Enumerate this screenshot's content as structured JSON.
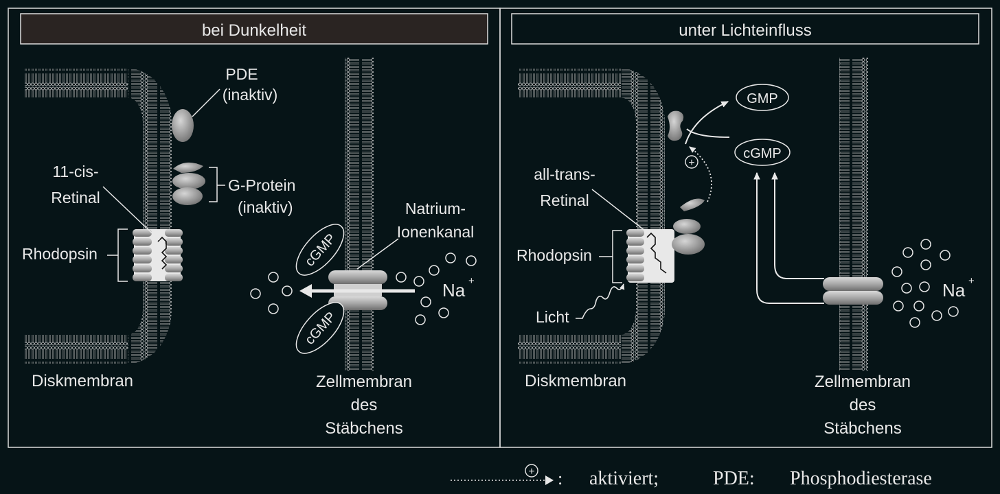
{
  "panels": [
    {
      "title": "bei Dunkelheit",
      "labels": {
        "pde": [
          "PDE",
          "(inaktiv)"
        ],
        "retinal": [
          "11-cis-",
          "Retinal"
        ],
        "gprotein": [
          "G-Protein",
          "(inaktiv)"
        ],
        "rhodopsin": "Rhodopsin",
        "channel": [
          "Natrium-",
          "Ionenkanal"
        ],
        "cgmp_top": "cGMP",
        "cgmp_bottom": "cGMP",
        "na": "Na",
        "na_sup": "+",
        "disk": "Diskmembran",
        "cell": [
          "Zellmembran",
          "des",
          "Stäbchens"
        ]
      }
    },
    {
      "title": "unter Lichteinfluss",
      "labels": {
        "gmp": "GMP",
        "cgmp": "cGMP",
        "plus": "+",
        "retinal": [
          "all-trans-",
          "Retinal"
        ],
        "rhodopsin": "Rhodopsin",
        "licht": "Licht",
        "na": "Na",
        "na_sup": "+",
        "disk": "Diskmembran",
        "cell": [
          "Zellmembran",
          "des",
          "Stäbchens"
        ]
      }
    }
  ],
  "legend": {
    "plus": "+",
    "colon": ":",
    "activated": "aktiviert;",
    "pde_abbr": "PDE:",
    "pde_full": "Phosphodiesterase"
  },
  "colors": {
    "background": "#061417",
    "title_bar_dark": "#2a2422",
    "line": "#e8e8e8",
    "protein": "#9a9a9a"
  }
}
